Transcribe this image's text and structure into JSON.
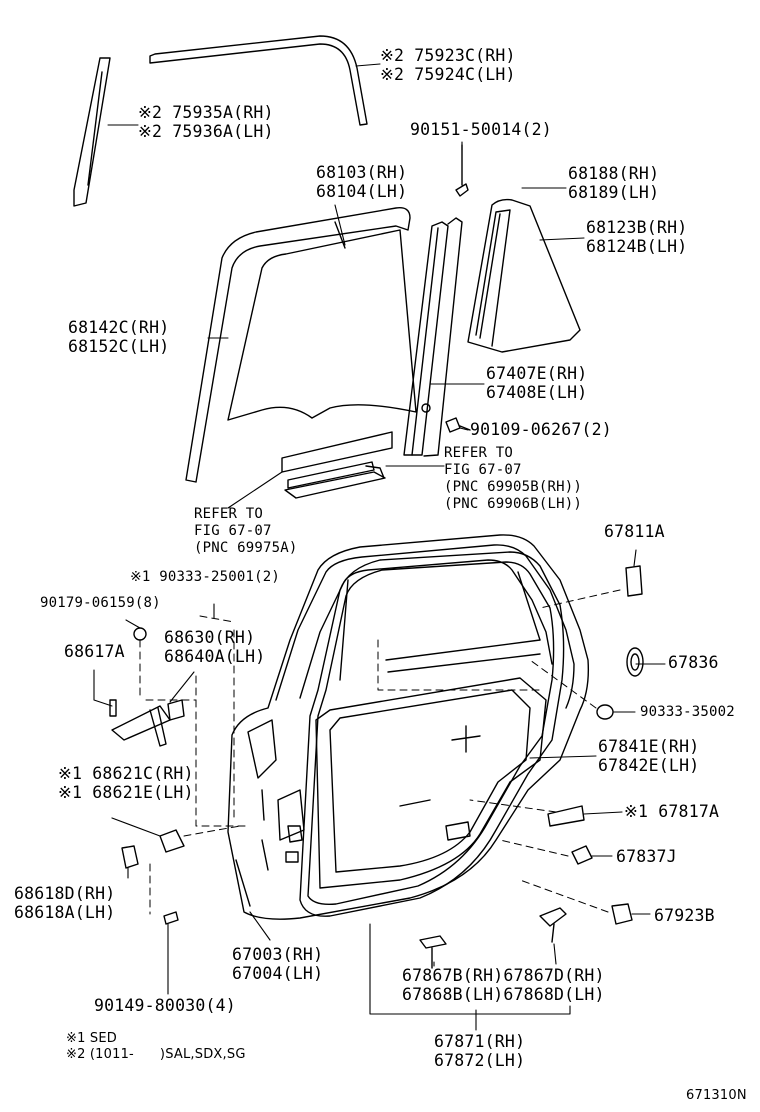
{
  "parts": {
    "p75923": [
      "※2 75923C(RH)",
      "※2 75924C(LH)"
    ],
    "p75935": [
      "※2 75935A(RH)",
      "※2 75936A(LH)"
    ],
    "p90151": [
      "90151-50014(2)"
    ],
    "p68103": [
      "68103(RH)",
      "68104(LH)"
    ],
    "p68188": [
      "68188(RH)",
      "68189(LH)"
    ],
    "p68123": [
      "68123B(RH)",
      "68124B(LH)"
    ],
    "p68142": [
      "68142C(RH)",
      "68152C(LH)"
    ],
    "p67407": [
      "67407E(RH)",
      "67408E(LH)"
    ],
    "p90109": [
      "90109-06267(2)"
    ],
    "ref_right": [
      "REFER TO",
      "FIG 67-07",
      "(PNC 69905B(RH))",
      "(PNC 69906B(LH))"
    ],
    "ref_left": [
      "REFER TO",
      "FIG 67-07",
      "(PNC 69975A)"
    ],
    "p67811": [
      "67811A"
    ],
    "p90333_25": [
      "※1 90333-25001(2)"
    ],
    "p90179": [
      "90179-06159(8)"
    ],
    "p68630": [
      "68630(RH)",
      "68640A(LH)"
    ],
    "p68617": [
      "68617A"
    ],
    "p67836": [
      "67836"
    ],
    "p90333_35": [
      "90333-35002"
    ],
    "p67841": [
      "67841E(RH)",
      "67842E(LH)"
    ],
    "p68621": [
      "※1 68621C(RH)",
      "※1 68621E(LH)"
    ],
    "p67817": [
      "※1 67817A"
    ],
    "p67837": [
      "67837J"
    ],
    "p68618": [
      "68618D(RH)",
      "68618A(LH)"
    ],
    "p67923": [
      "67923B"
    ],
    "p67003": [
      "67003(RH)",
      "67004(LH)"
    ],
    "p67867": [
      "67867B(RH)67867D(RH)",
      "67868B(LH)67868D(LH)"
    ],
    "p90149": [
      "90149-80030(4)"
    ],
    "p67871": [
      "67871(RH)",
      "67872(LH)"
    ],
    "notes": [
      "※1 SED",
      "※2 (1011-      )SAL,SDX,SG"
    ],
    "figure_code": "671310N"
  }
}
